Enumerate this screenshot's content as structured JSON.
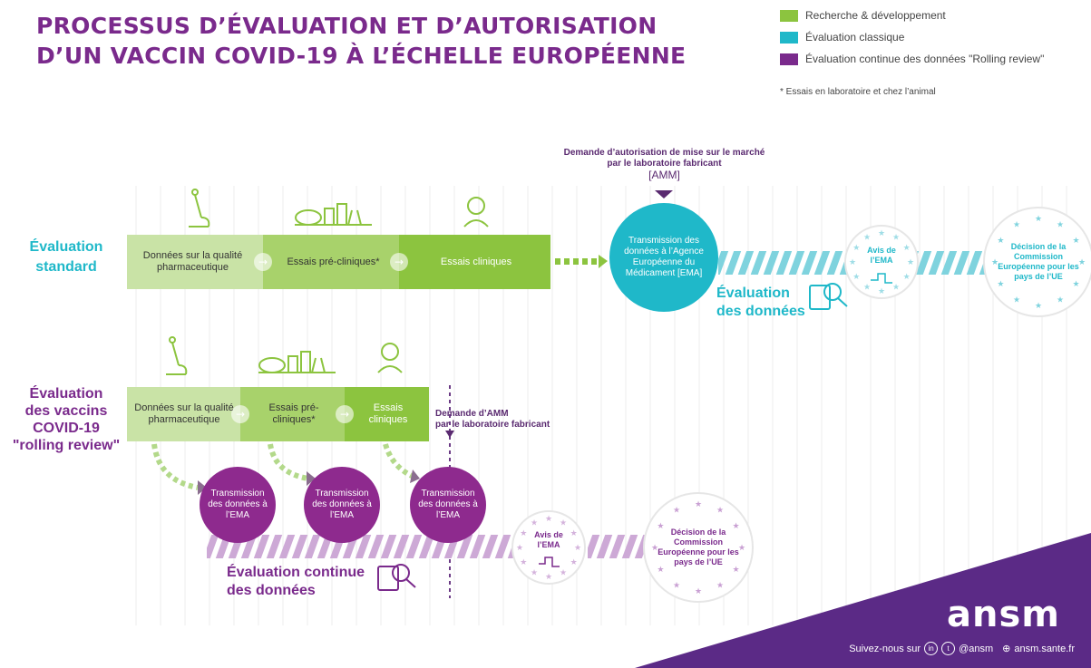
{
  "title": {
    "line1": "PROCESSUS D’ÉVALUATION ET D’AUTORISATION",
    "line2": "D’UN VACCIN COVID-19 À L’ÉCHELLE EUROPÉENNE"
  },
  "legend": [
    {
      "label": "Recherche & développement",
      "color": "#8cc43f"
    },
    {
      "label": "Évaluation classique",
      "color": "#1fb8c9"
    },
    {
      "label": "Évaluation continue des données \"Rolling review\"",
      "color": "#7a2a8c"
    }
  ],
  "footnote": "* Essais en laboratoire et chez l’animal",
  "standard": {
    "label_line1": "Évaluation",
    "label_line2": "standard",
    "steps": [
      "Données sur la qualité pharmaceutique",
      "Essais pré-cliniques*",
      "Essais cliniques"
    ],
    "amm_request_line1": "Demande d’autorisation de mise sur le marché",
    "amm_request_line2": "par le laboratoire fabricant",
    "amm_request_line3": "[AMM]",
    "transmission": "Transmission des données à l’Agence Européenne du Médicament [EMA]",
    "eval_line1": "Évaluation",
    "eval_line2": "des données",
    "avis": "Avis de l’EMA",
    "decision": "Décision de la Commission Européenne pour les pays de l’UE"
  },
  "rolling": {
    "label_line1": "Évaluation",
    "label_line2": "des vaccins",
    "label_line3": "COVID-19",
    "label_line4": "\"rolling review\"",
    "steps": [
      "Données sur la qualité pharmaceutique",
      "Essais pré-cliniques*",
      "Essais cliniques"
    ],
    "transmissions": [
      "Transmission des données à l’EMA",
      "Transmission des données à l’EMA",
      "Transmission des données à l’EMA"
    ],
    "amm_request_line1": "Demande d’AMM",
    "amm_request_line2": "par le laboratoire fabricant",
    "eval_line1": "Évaluation continue",
    "eval_line2": "des données",
    "avis": "Avis de l’EMA",
    "decision": "Décision de la Commission Européenne pour les pays de l’UE"
  },
  "footer": {
    "logo": "ansm",
    "follow": "Suivez-nous sur",
    "handle": "@ansm",
    "site": "ansm.sante.fr"
  },
  "colors": {
    "purple": "#7a2a8c",
    "teal": "#1fb8c9",
    "green_light": "#c9e3a6",
    "green_mid": "#a8d26b",
    "green_dark": "#8cc43f"
  }
}
